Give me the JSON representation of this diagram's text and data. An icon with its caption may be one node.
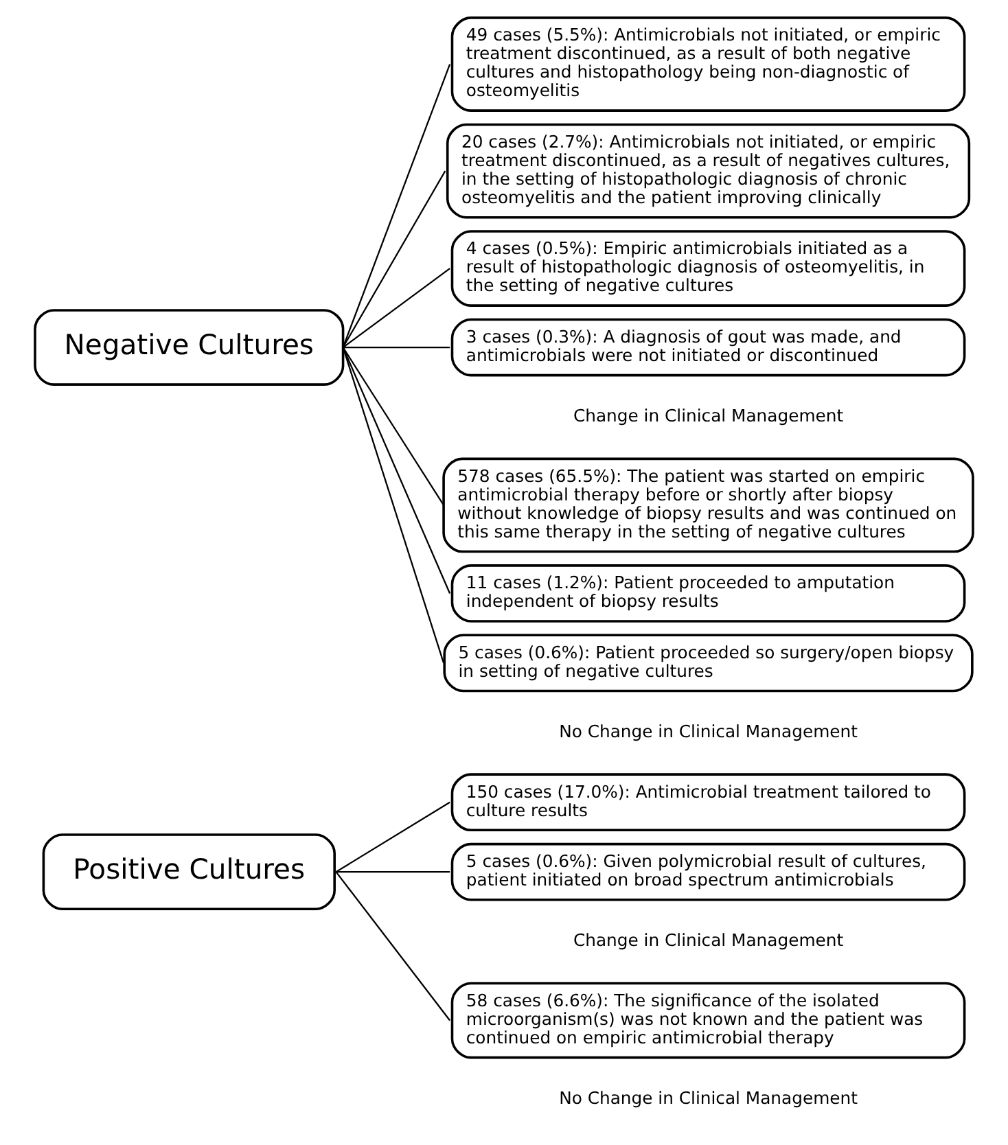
{
  "diagram": {
    "nodes": [
      {
        "text": [
          "Negative Cultures"
        ]
      },
      {
        "text": [
          "49 cases (5.5%): Antimicrobials not initiated, or empiric treatment discontinued, as a result of both negative cultures and histopathology being non-diagnostic of osteomyelitis"
        ]
      },
      {
        "text": [
          "20 cases (2.7%): Antimicrobials not initiated, or empiric treatment discontinued, as a result of negatives cultures, in the setting of histopathologic diagnosis of chronic osteomyelitis and the patient improving clinically"
        ]
      },
      {
        "text": [
          "4 cases (0.5%): Empiric antimicrobials initiated as a result of histopathologic diagnosis of osteomyelitis, in the setting of negative cultures"
        ]
      },
      {
        "text": [
          "3 cases (0.3%): A diagnosis of gout was made, and antimicrobials were not initiated or discontinued"
        ]
      },
      {
        "text": [
          "578 cases (65.5%): The patient was started on empiric antimicrobial therapy before or shortly after biopsy without knowledge of biopsy results and was continued on this same therapy in the setting of negative cultures"
        ]
      },
      {
        "text": [
          "11 cases (1.2%): Patient proceeded to amputation independent of biopsy results"
        ]
      },
      {
        "text": [
          "5 cases (0.6%): Patient proceeded so surgery/open biopsy in setting of negative cultures"
        ]
      },
      {
        "text": [
          "Positive Cultures"
        ]
      },
      {
        "text": [
          "150 cases (17.0%): Antimicrobial treatment tailored to culture results"
        ]
      },
      {
        "text": [
          "5 cases (0.6%): Given polymicrobial result of cultures, patient initiated on broad spectrum antimicrobials"
        ]
      },
      {
        "text": [
          "58 cases (6.6%): The significance of the isolated microorganism(s) was not known and the patient was continued on empiric antimicrobial therapy"
        ]
      }
    ],
    "edges": [
      {
        "from": 0,
        "to": 1,
        "arrow": "none"
      },
      {
        "from": 0,
        "to": 2,
        "arrow": "none"
      },
      {
        "from": 0,
        "to": 3,
        "arrow": "none"
      },
      {
        "from": 0,
        "to": 4,
        "arrow": "none"
      },
      {
        "from": 0,
        "to": 5,
        "arrow": "none"
      },
      {
        "from": 0,
        "to": 6,
        "arrow": "none"
      },
      {
        "from": 0,
        "to": 7,
        "arrow": "none"
      },
      {
        "from": 8,
        "to": 9,
        "arrow": "none"
      },
      {
        "from": 8,
        "to": 10,
        "arrow": "none"
      },
      {
        "from": 8,
        "to": 11,
        "arrow": "none"
      }
    ],
    "labels": [
      "Change in Clinical Management",
      "No Change in Clinical Management",
      "Change in Clinical Management",
      "No Change in Clinical Management"
    ]
  }
}
